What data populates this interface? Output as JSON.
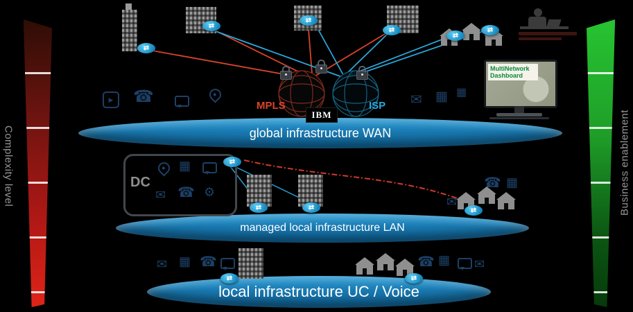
{
  "diagram": {
    "left_axis": {
      "label": "Complexity level"
    },
    "right_axis": {
      "label": "Business enablement"
    },
    "layers": {
      "wan": "global infrastructure WAN",
      "lan": "managed local infrastructure LAN",
      "voice": "local infrastructure UC / Voice"
    },
    "core": {
      "mpls_label": "MPLS",
      "isp_label": "ISP",
      "ibm_logo": "IBM"
    },
    "datacenter": {
      "label": "DC"
    },
    "dashboard": {
      "title_line1": "MultiNetwork",
      "title_line2": "Dashboard"
    }
  },
  "icons": {
    "mail": "✉",
    "phone": "☎",
    "calendar": "▦",
    "gear": "⚙",
    "play": "▶",
    "router_arrows": "⇄"
  },
  "colors": {
    "mpls_red": "#d9442c",
    "isp_blue": "#2aa7dc",
    "layer_blue": "#1b7fb8",
    "icon_navy": "#1d4066",
    "gray": "#8f8f8f"
  }
}
